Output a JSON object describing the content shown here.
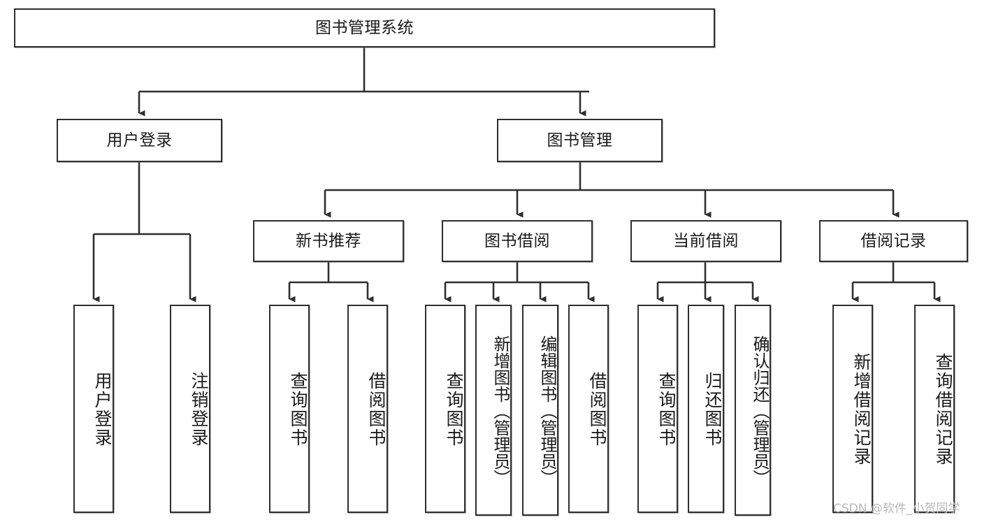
{
  "diagram": {
    "title": "图书管理系统",
    "type": "hierarchy-tree",
    "orientation": "top-down",
    "colors": {
      "node_border": "#2f2f2f",
      "node_fill": "#ffffff",
      "edge": "#2f2f2f",
      "text": "#1a1a1a",
      "watermark": "#b9b9b9",
      "background": "#ffffff"
    },
    "root": {
      "id": "root",
      "label": "图书管理系统"
    },
    "level2": [
      {
        "id": "user-login",
        "label": "用户登录"
      },
      {
        "id": "book-manage",
        "label": "图书管理"
      }
    ],
    "level3": [
      {
        "id": "new-book-recommend",
        "label": "新书推荐",
        "parent": "book-manage"
      },
      {
        "id": "book-borrow",
        "label": "图书借阅",
        "parent": "book-manage"
      },
      {
        "id": "current-borrow",
        "label": "当前借阅",
        "parent": "book-manage"
      },
      {
        "id": "borrow-record",
        "label": "借阅记录",
        "parent": "book-manage"
      }
    ],
    "leaves": {
      "user_login": [
        {
          "id": "leaf-user-login",
          "label": "用户登录"
        },
        {
          "id": "leaf-user-logout",
          "label": "注销登录"
        }
      ],
      "new_book_recommend": [
        {
          "id": "leaf-query-book-1",
          "label": "查询图书"
        },
        {
          "id": "leaf-borrow-book-1",
          "label": "借阅图书"
        }
      ],
      "book_borrow": [
        {
          "id": "leaf-query-book-2",
          "label": "查询图书"
        },
        {
          "id": "leaf-add-book",
          "label": "新增图书（管理员）"
        },
        {
          "id": "leaf-edit-book",
          "label": "编辑图书（管理员）"
        },
        {
          "id": "leaf-borrow-book-2",
          "label": "借阅图书"
        }
      ],
      "current_borrow": [
        {
          "id": "leaf-query-book-3",
          "label": "查询图书"
        },
        {
          "id": "leaf-return-book",
          "label": "归还图书"
        },
        {
          "id": "leaf-confirm-return",
          "label": "确认归还（管理员）"
        }
      ],
      "borrow_record": [
        {
          "id": "leaf-add-record",
          "label": "新增借阅记录"
        },
        {
          "id": "leaf-query-record",
          "label": "查询借阅记录"
        }
      ]
    }
  },
  "watermark": {
    "text": "CSDN @软件_小贺同学"
  }
}
